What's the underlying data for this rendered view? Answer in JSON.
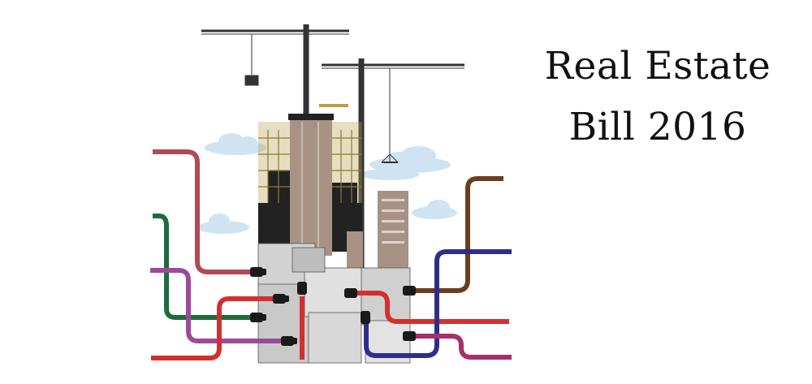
{
  "title": {
    "line1": "Real Estate",
    "line2": "Bill 2016",
    "color": "#111111"
  },
  "illustration": {
    "subject": "building-under-construction-with-cranes-and-pipes",
    "colors": {
      "sky_cloud": "#cfe3f3",
      "tower_tan": "#a89283",
      "tower_dark": "#222222",
      "scaffold": "#b8a04a",
      "documents": "#d3d3d3",
      "pipe_maroon": "#b04a54",
      "pipe_green": "#1e6b3b",
      "pipe_purple": "#9b4a99",
      "pipe_red": "#d32f2f",
      "pipe_brown": "#6b3d1f",
      "pipe_navy": "#2e2e8a",
      "pipe_magenta": "#a8306a"
    }
  }
}
